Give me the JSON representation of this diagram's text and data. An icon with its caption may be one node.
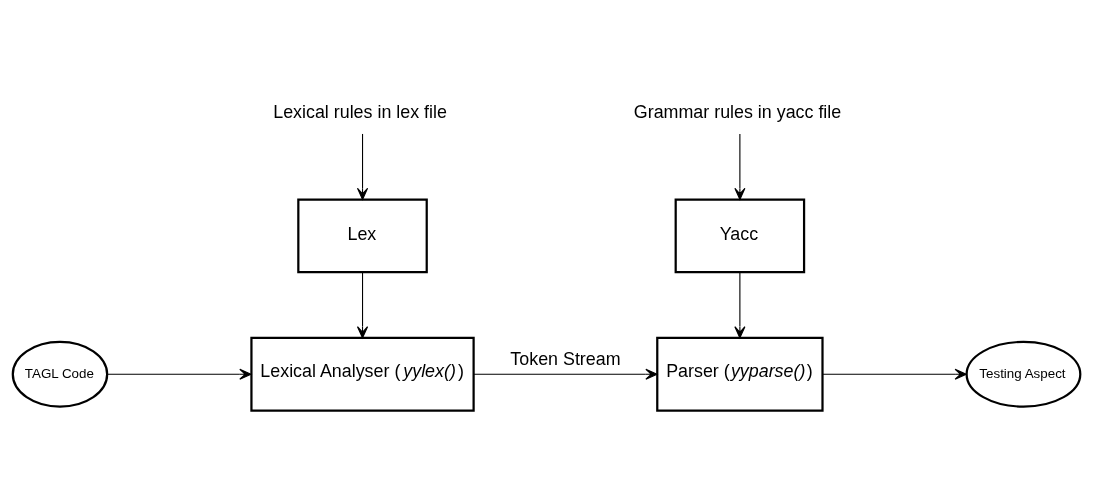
{
  "diagram": {
    "nodes": [
      {
        "text": [
          "Lexical rules in lex file"
        ]
      },
      {
        "text": [
          "Grammar rules in yacc file"
        ]
      },
      {
        "text": [
          "Lex"
        ]
      },
      {
        "text": [
          "Yacc"
        ]
      },
      {
        "text": [
          "TAGL Code"
        ]
      },
      {
        "text": [
          "Lexical Analyser (*yylex()*)"
        ]
      },
      {
        "text": [
          "Parser (*yyparse()*)"
        ]
      },
      {
        "text": [
          "Testing Aspect"
        ]
      }
    ],
    "edges": [
      {
        "from": 0,
        "to": 2,
        "arrow": "to"
      },
      {
        "from": 1,
        "to": 3,
        "arrow": "to"
      },
      {
        "from": 2,
        "to": 5,
        "arrow": "to"
      },
      {
        "from": 3,
        "to": 6,
        "arrow": "to"
      },
      {
        "from": 4,
        "to": 5,
        "arrow": "to"
      },
      {
        "from": 5,
        "to": 6,
        "arrow": "to",
        "label": "Token Stream"
      },
      {
        "from": 6,
        "to": 7,
        "arrow": "to"
      }
    ]
  }
}
